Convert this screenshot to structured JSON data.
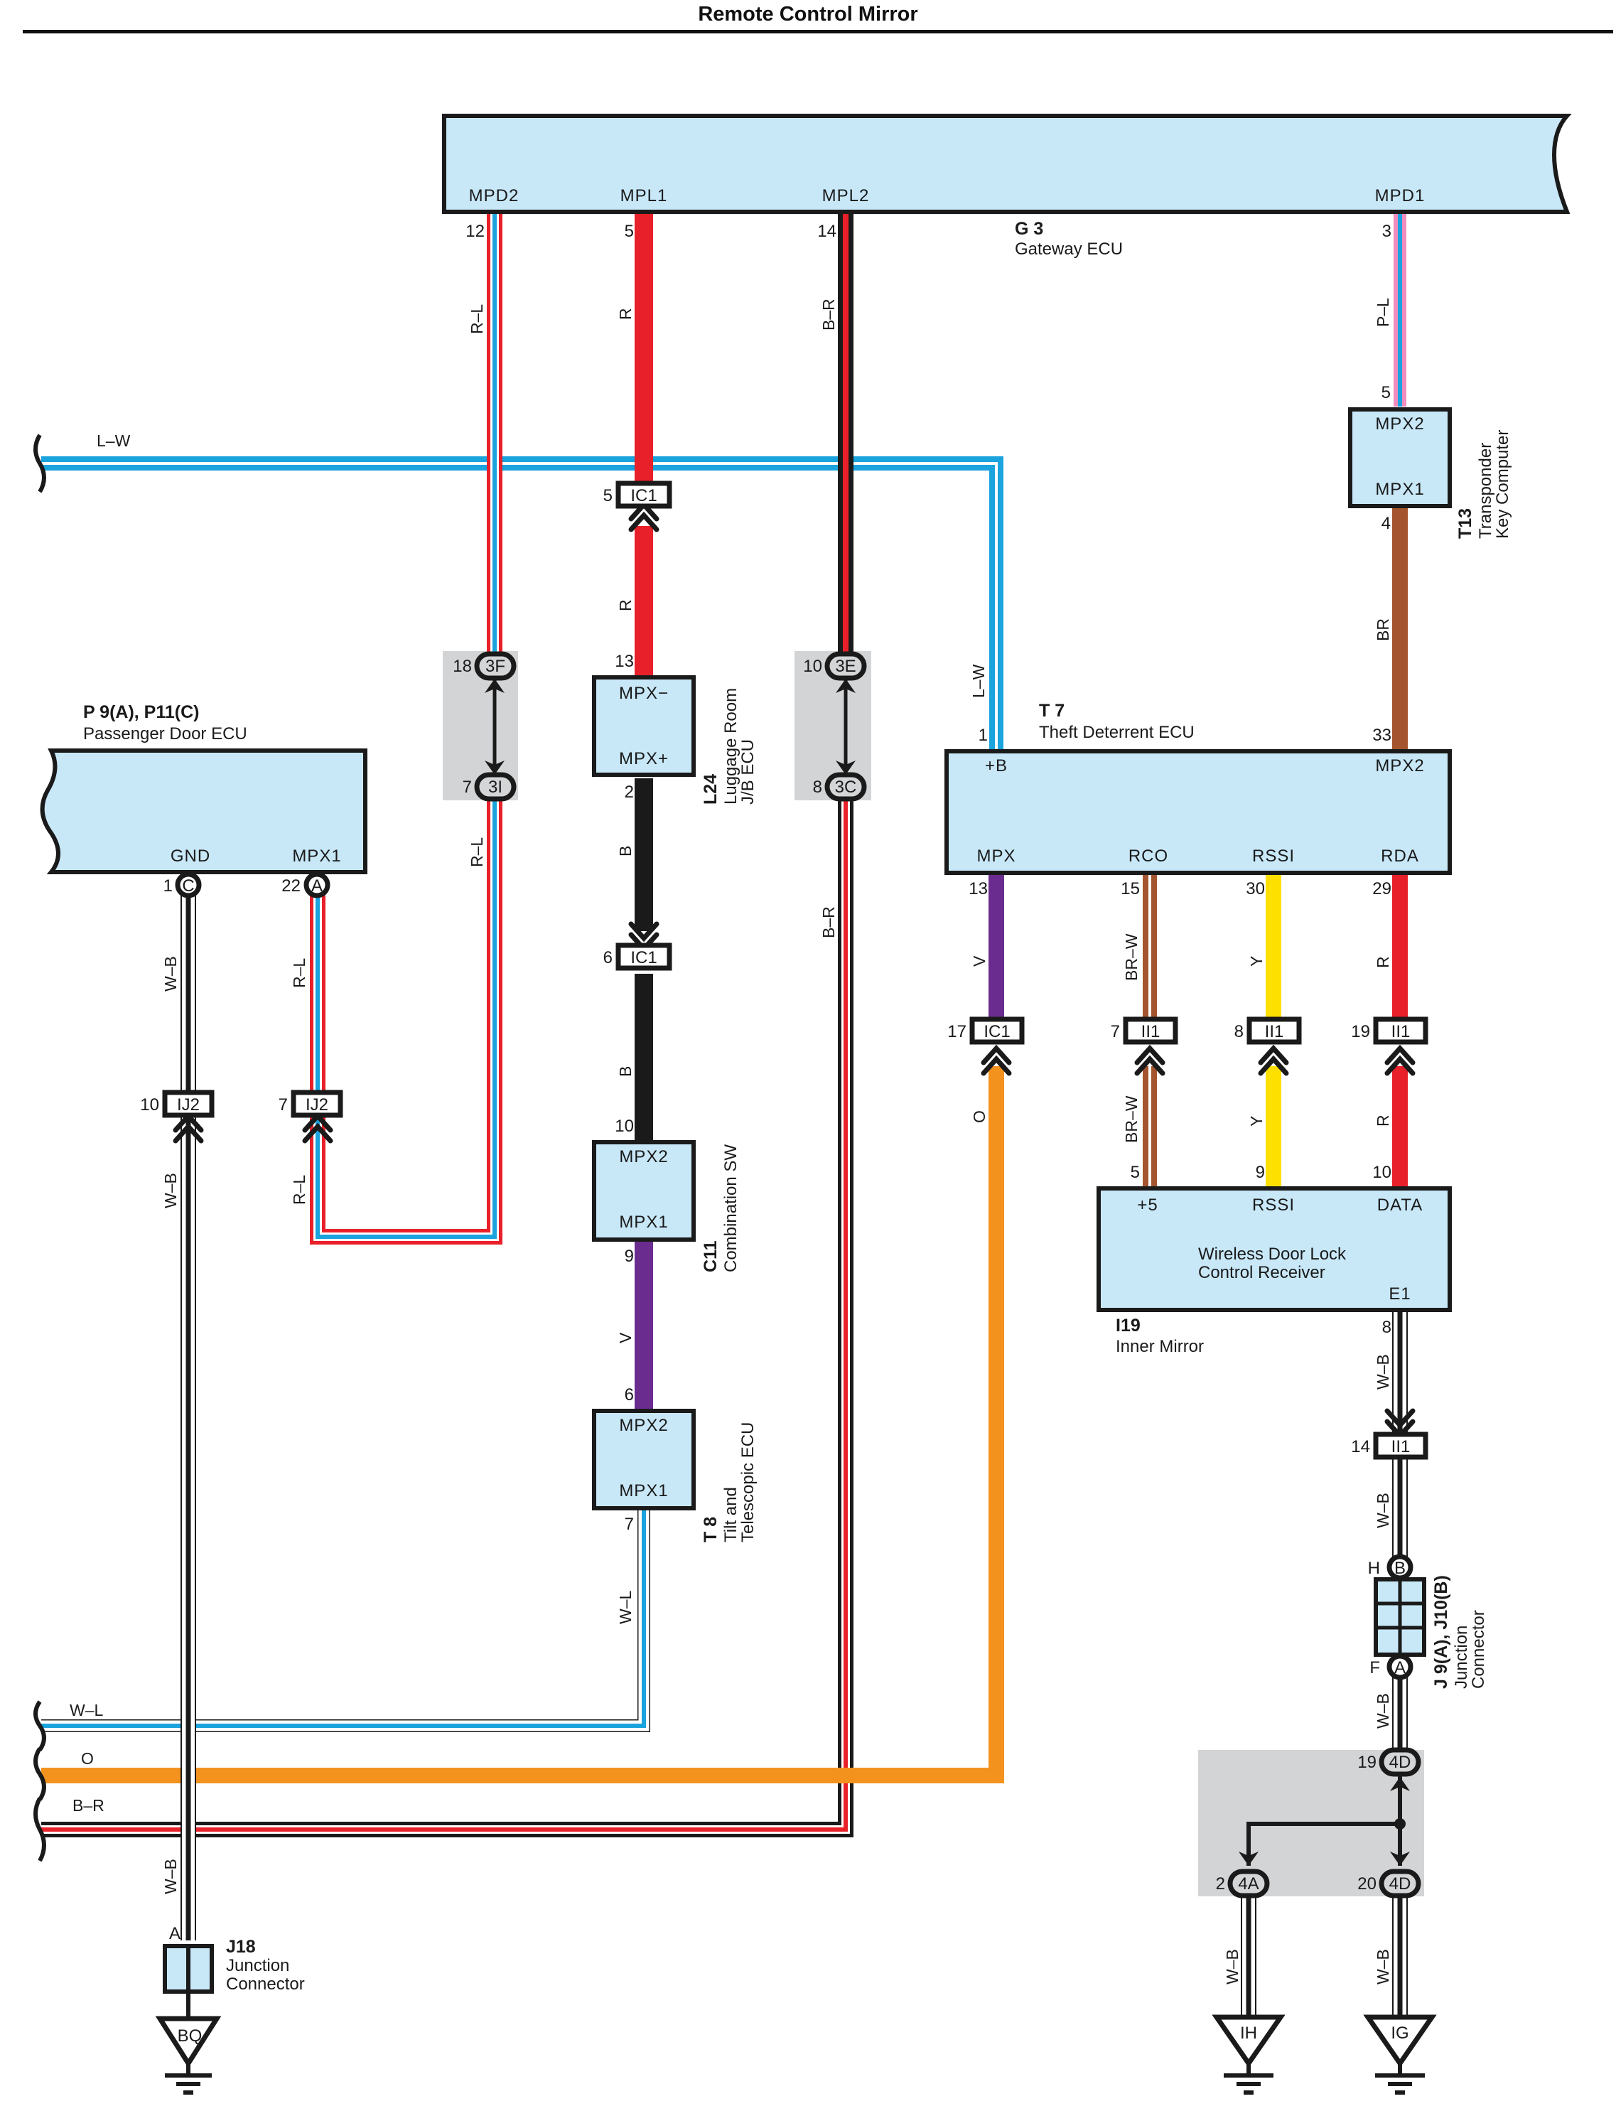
{
  "title": "Remote Control Mirror",
  "colors": {
    "ecu_fill": "#c8e8f8",
    "red": "#e8202a",
    "blue": "#1aa3dd",
    "pink": "#f08cbe",
    "black": "#1a1a1a",
    "brown": "#a4552f",
    "violet": "#6b2c8f",
    "yellow": "#fde000",
    "orange": "#f4921e",
    "shade": "#d3d4d6"
  },
  "components": {
    "gateway": {
      "code": "G 3",
      "name": "Gateway ECU",
      "terminals": [
        "MPD2",
        "MPL1",
        "MPL2",
        "MPD1"
      ],
      "pins": [
        "12",
        "5",
        "14",
        "3"
      ]
    },
    "passenger_door": {
      "code": "P 9(A), P11(C)",
      "name": "Passenger Door ECU",
      "terminals": [
        "GND",
        "MPX1"
      ],
      "pins": [
        "1",
        "22"
      ],
      "pin_letters": [
        "C",
        "A"
      ]
    },
    "luggage": {
      "code": "L24",
      "name_line1": "Luggage Room",
      "name_line2": "J/B ECU",
      "terminals": [
        "MPX−",
        "MPX+"
      ],
      "pins": [
        "13",
        "2"
      ]
    },
    "combination": {
      "code": "C11",
      "name": "Combination SW",
      "terminals": [
        "MPX2",
        "MPX1"
      ],
      "pins": [
        "10",
        "9"
      ]
    },
    "tilt": {
      "code": "T 8",
      "name_line1": "Tilt and",
      "name_line2": "Telescopic ECU",
      "terminals": [
        "MPX2",
        "MPX1"
      ],
      "pins": [
        "6",
        "7"
      ]
    },
    "transponder": {
      "code": "T13",
      "name_line1": "Transponder",
      "name_line2": "Key Computer",
      "terminals": [
        "MPX2",
        "MPX1"
      ],
      "pins": [
        "5",
        "4"
      ]
    },
    "theft": {
      "code": "T 7",
      "name": "Theft Deterrent ECU",
      "terminals_top": [
        "+B",
        "MPX2"
      ],
      "pins_top": [
        "1",
        "33"
      ],
      "terminals_bottom": [
        "MPX",
        "RCO",
        "RSSI",
        "RDA"
      ],
      "pins_bottom": [
        "13",
        "15",
        "30",
        "29"
      ]
    },
    "receiver": {
      "code": "I19",
      "name": "Inner Mirror",
      "inner_line1": "Wireless Door Lock",
      "inner_line2": "Control Receiver",
      "terminals": [
        "+5",
        "RSSI",
        "DATA",
        "E1"
      ],
      "pins": [
        "5",
        "9",
        "10",
        "8"
      ]
    },
    "j18": {
      "code": "J18",
      "name_line1": "Junction",
      "name_line2": "Connector",
      "pin": "A",
      "ground": "BQ"
    },
    "j9": {
      "code": "J 9(A), J10(B)",
      "name_line1": "Junction",
      "name_line2": "Connector",
      "top_pin": "H",
      "top_letter": "B",
      "bottom_pin": "F",
      "bottom_letter": "A"
    }
  },
  "connectors": {
    "ic1_a": {
      "pin": "5",
      "label": "IC1"
    },
    "ic1_b": {
      "pin": "6",
      "label": "IC1"
    },
    "ic1_c": {
      "pin": "17",
      "label": "IC1"
    },
    "ij2_a": {
      "pin": "10",
      "label": "IJ2"
    },
    "ij2_b": {
      "pin": "7",
      "label": "IJ2"
    },
    "ii1_a": {
      "pin": "7",
      "label": "II1"
    },
    "ii1_b": {
      "pin": "8",
      "label": "II1"
    },
    "ii1_c": {
      "pin": "19",
      "label": "II1"
    },
    "ii1_d": {
      "pin": "14",
      "label": "II1"
    },
    "jb_3f": {
      "pin": "18",
      "label": "3F"
    },
    "jb_3i": {
      "pin": "7",
      "label": "3I"
    },
    "jb_3e": {
      "pin": "10",
      "label": "3E"
    },
    "jb_3c": {
      "pin": "8",
      "label": "3C"
    },
    "jb_4d_top": {
      "pin": "19",
      "label": "4D"
    },
    "jb_4a": {
      "pin": "2",
      "label": "4A"
    },
    "jb_4d_bot": {
      "pin": "20",
      "label": "4D"
    }
  },
  "wires": {
    "mpd2": "R–L",
    "mpd2_lower": "R–L",
    "mpl1": "R",
    "mpl1_lower": "R",
    "mpl2": "B–R",
    "mpl2_lower": "B–R",
    "mpd1": "P–L",
    "t13_to_t7": "BR",
    "lw_bus": "L–W",
    "lw_down": "L–W",
    "l24_to_ic1": "B",
    "ic1_to_c11": "B",
    "c11_to_t8": "V",
    "t8_out": "W–L",
    "pd_gnd": "W–B",
    "pd_gnd_lower": "W–B",
    "pd_mpx1": "R–L",
    "pd_mpx1_lower": "R–L",
    "t7_mpx": "V",
    "t7_rco": "BR–W",
    "t7_rssi": "Y",
    "t7_rda": "R",
    "ic1_orange": "O",
    "rec_rco": "BR–W",
    "rec_rssi": "Y",
    "rec_data": "R",
    "e1_out": "W–B",
    "ii1_down": "W–B",
    "j9_down": "W–B",
    "gnd_ih": "W–B",
    "gnd_ig": "W–B",
    "bus_wl": "W–L",
    "bus_o": "O",
    "bus_br": "B–R",
    "j18_wb": "W–B"
  },
  "grounds": {
    "left": "IH",
    "right": "IG"
  }
}
